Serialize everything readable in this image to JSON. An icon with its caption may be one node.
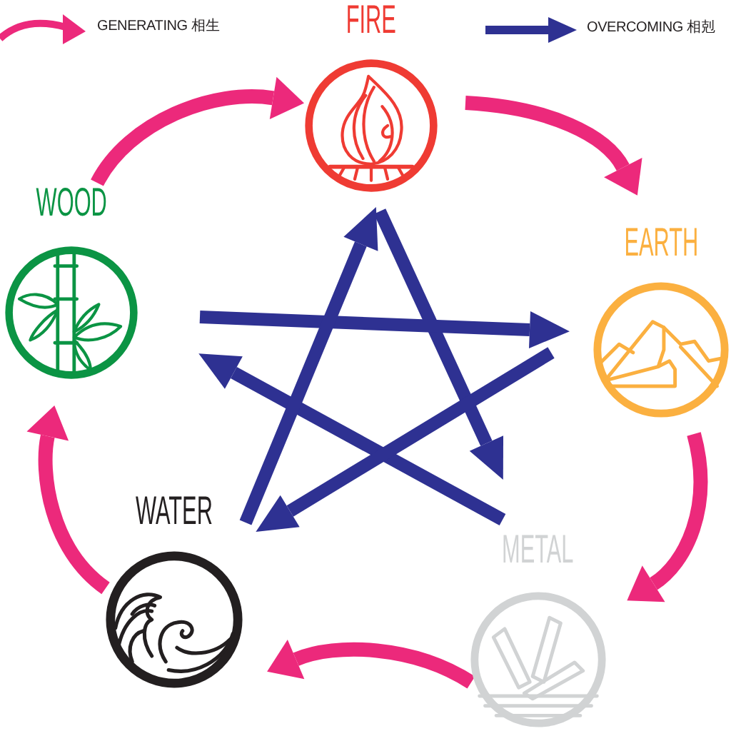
{
  "diagram": {
    "nodes": [
      {
        "text": [
          "FIRE"
        ]
      },
      {
        "text": [
          "WOOD"
        ]
      },
      {
        "text": [
          "EARTH"
        ]
      },
      {
        "text": [
          "WATER"
        ]
      },
      {
        "text": [
          "METAL"
        ]
      }
    ],
    "edges": [
      {
        "from": 1,
        "to": 0,
        "arrow": "to",
        "color": "#ec297b"
      },
      {
        "from": 0,
        "to": 2,
        "arrow": "to",
        "color": "#ec297b"
      },
      {
        "from": 2,
        "to": 4,
        "arrow": "to",
        "color": "#ec297b"
      },
      {
        "from": 4,
        "to": 3,
        "arrow": "to",
        "color": "#ec297b"
      },
      {
        "from": 3,
        "to": 1,
        "arrow": "to",
        "color": "#ec297b"
      },
      {
        "from": 0,
        "to": 4,
        "arrow": "to",
        "color": "#2e3192"
      },
      {
        "from": 4,
        "to": 1,
        "arrow": "to",
        "color": "#2e3192"
      },
      {
        "from": 1,
        "to": 2,
        "arrow": "to",
        "color": "#2e3192"
      },
      {
        "from": 2,
        "to": 3,
        "arrow": "to",
        "color": "#2e3192"
      },
      {
        "from": 3,
        "to": 0,
        "arrow": "to",
        "color": "#2e3192"
      }
    ],
    "legend": [
      {
        "text": "GENERATING 相生"
      },
      {
        "text": "OVERCOMING 相剋"
      }
    ]
  }
}
